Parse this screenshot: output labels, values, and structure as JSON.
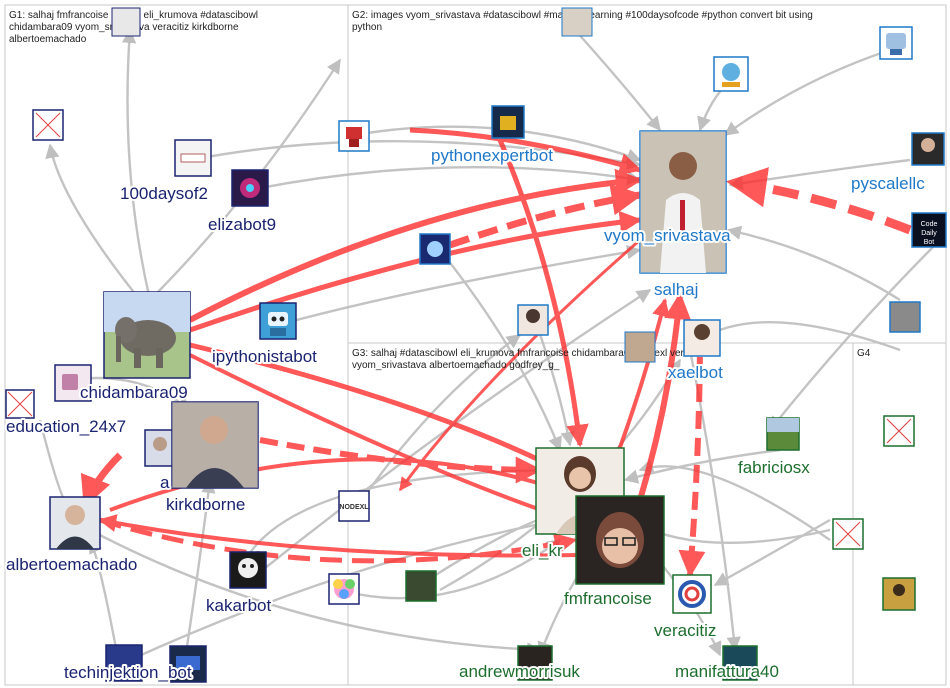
{
  "colors": {
    "group1": "#1a2370",
    "group2": "#1f78c8",
    "group3": "#1d6e2e",
    "edge_strong": "#ff2a2a",
    "edge_weak": "#b4b4b4",
    "box": "#c8c8c8",
    "broken_image": "#e04040"
  },
  "groups": [
    {
      "id": "g1",
      "title_lines": [
        "G1: salhaj fmfrancoise nodexl eli_krumova #datascibowl",
        "chidambara09 vyom_srivastava veracitiz kirkdborne",
        "albertoemachado"
      ]
    },
    {
      "id": "g2",
      "title_lines": [
        "G2: images vyom_srivastava #datascibowl #machinelearning #100daysofcode #python convert bit using",
        "python"
      ]
    },
    {
      "id": "g3",
      "title_lines": [
        "G3: salhaj #datascibowl eli_krumova fmfrancoise chidambara09 nodexl veracitiz",
        "vyom_srivastava albertoemachado godfrey_g_"
      ]
    },
    {
      "id": "g4",
      "title_lines": [
        "G4"
      ]
    }
  ],
  "nodes": [
    {
      "id": "n-100daysof",
      "label": "100daysof2",
      "group": "g1",
      "icon": "photo-icon"
    },
    {
      "id": "n-elizabot9",
      "label": "elizabot9",
      "group": "g1",
      "icon": "robot-icon"
    },
    {
      "id": "n-ipythonistabot",
      "label": "ipythonistabot",
      "group": "g1",
      "icon": "robot-icon"
    },
    {
      "id": "n-chidambara09",
      "label": "chidambara09",
      "group": "g1",
      "icon": "elephant-icon"
    },
    {
      "id": "n-education",
      "label": "education_24x7",
      "group": "g1",
      "icon": "broken-image-icon"
    },
    {
      "id": "n-a",
      "label": "a",
      "group": "g1",
      "icon": "person-icon"
    },
    {
      "id": "n-kirkdborne",
      "label": "kirkdborne",
      "group": "g1",
      "icon": "person-icon"
    },
    {
      "id": "n-albertoemachado",
      "label": "albertoemachado",
      "group": "g1",
      "icon": "person-icon"
    },
    {
      "id": "n-kakarbot",
      "label": "kakarbot",
      "group": "g1",
      "icon": "robot-icon"
    },
    {
      "id": "n-techinjektion",
      "label": "techinjektion_bot",
      "group": "g1",
      "icon": "robot-icon"
    },
    {
      "id": "n-pythonexpertbot",
      "label": "pythonexpertbot",
      "group": "g2",
      "icon": "robot-icon"
    },
    {
      "id": "n-vyom",
      "label": "vyom_srivastava",
      "group": "g2",
      "icon": "person-icon"
    },
    {
      "id": "n-salhaj",
      "label": "salhaj",
      "group": "g2",
      "icon": "person-icon"
    },
    {
      "id": "n-pyscalellc",
      "label": "pyscalellc",
      "group": "g2",
      "icon": "person-icon"
    },
    {
      "id": "n-xaelbot",
      "label": "xaelbot",
      "group": "g2",
      "icon": "person-icon"
    },
    {
      "id": "n-fabriciosx",
      "label": "fabriciosx",
      "group": "g3",
      "icon": "photo-icon"
    },
    {
      "id": "n-eli",
      "label": "eli_kr",
      "group": "g3",
      "icon": "person-icon"
    },
    {
      "id": "n-fmfrancoise",
      "label": "fmfrancoise",
      "group": "g3",
      "icon": "person-icon"
    },
    {
      "id": "n-veracitiz",
      "label": "veracitiz",
      "group": "g3",
      "icon": "logo-icon"
    },
    {
      "id": "n-andrewmorrisuk",
      "label": "andrewmorrisuk",
      "group": "g3",
      "icon": "person-icon"
    },
    {
      "id": "n-manifattura40",
      "label": "manifattura40",
      "group": "g3",
      "icon": "photo-icon"
    }
  ],
  "image_tiles": {
    "nodexl_logo_text": "NODEXL"
  }
}
